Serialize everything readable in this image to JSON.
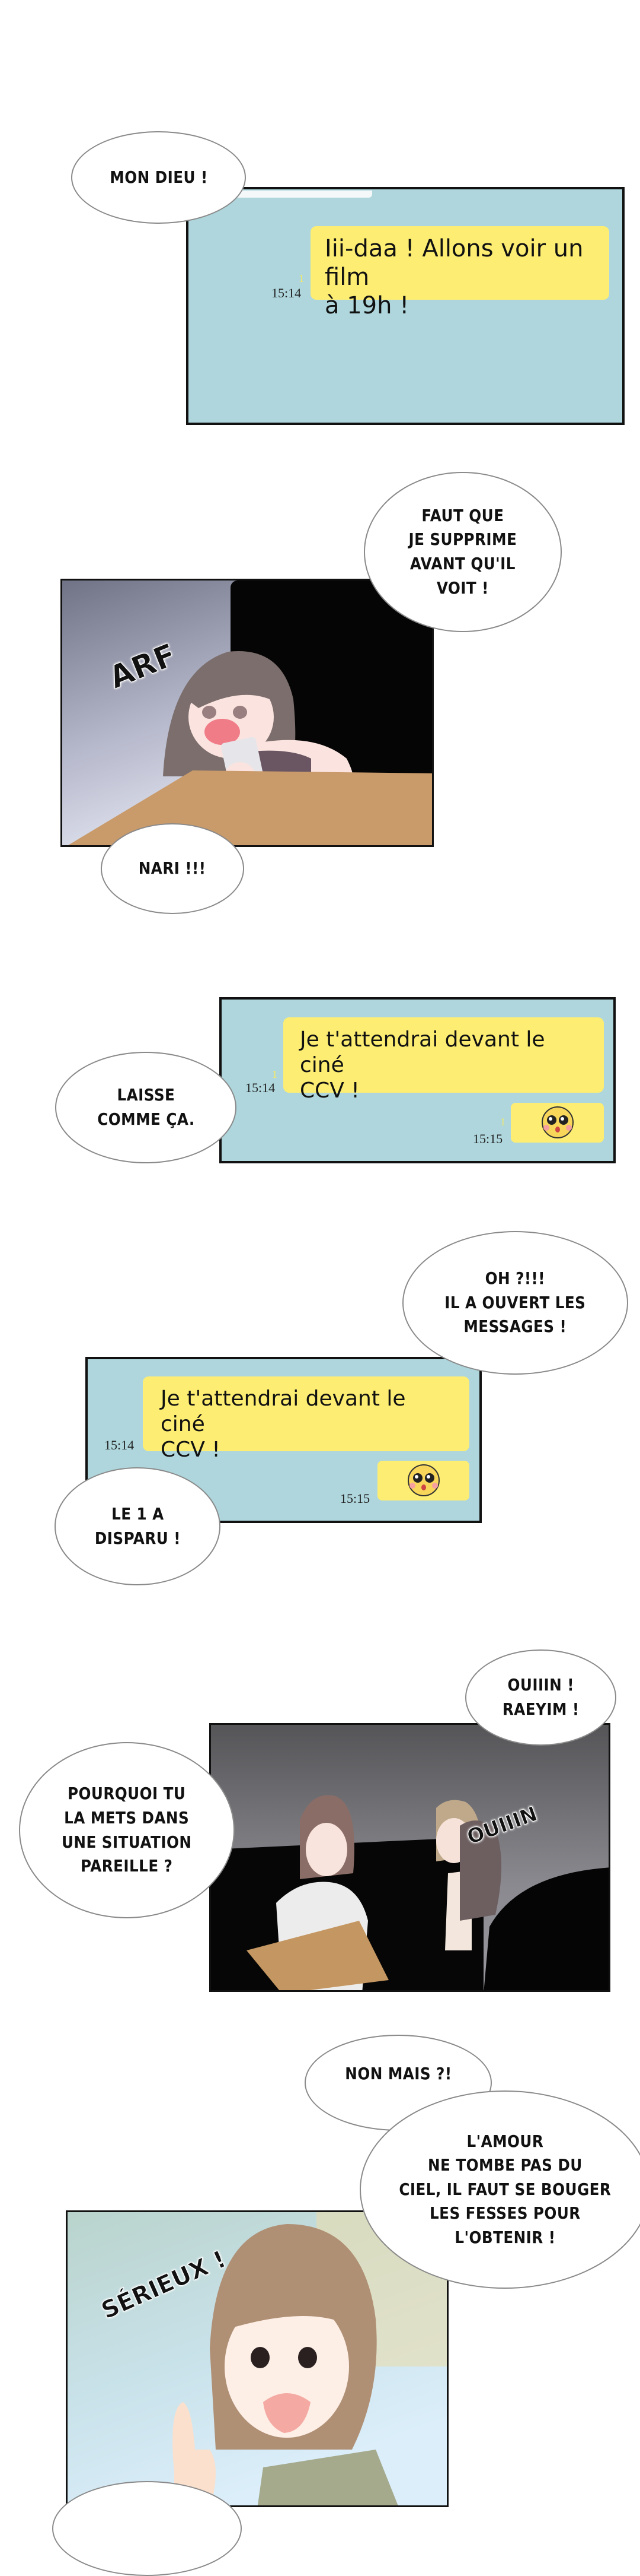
{
  "bubbles": {
    "mon_dieu": "MON DIEU !",
    "faut_que": "FAUT QUE\nJE SUPPRIME\nAVANT QU'IL\nVOIT !",
    "nari": "NARI !!!",
    "laisse": "LAISSE\nCOMME ÇA.",
    "oh": "OH ?!!!\nIL A OUVERT LES\nMESSAGES !",
    "le_1": "LE 1 A\nDISPARU !",
    "ouiiin": "OUIIIN !\nRAEYIM !",
    "pourquoi": "POURQUOI TU\nLA METS DANS\nUNE SITUATION\nPAREILLE ?",
    "non_mais": "NON MAIS ?!",
    "amour": "L'AMOUR\nNE TOMBE PAS DU\nCIEL, IL FAUT SE BOUGER\nLES FESSES POUR\nL'OBTENIR !"
  },
  "chat1": {
    "message_line1": "Iii-daa ! Allons voir un film",
    "message_line2": "à 19h !",
    "unread": "1",
    "time": "15:14"
  },
  "chat2": {
    "message_line1": "Je t'attendrai devant le ciné",
    "message_line2": "CCV !",
    "unread1": "1",
    "time1": "15:14",
    "unread2": "1",
    "time2": "15:15"
  },
  "chat3": {
    "message_line1": "Je t'attendrai devant le ciné",
    "message_line2": "CCV !",
    "time1": "15:14",
    "time2": "15:15"
  },
  "sfx": {
    "arf": "ARF",
    "ouiiin": "OUIIIN",
    "serieux": "SÉRIEUX !"
  },
  "colors": {
    "chat_bg": "#aed6dc",
    "message_bg": "#fdee73",
    "table": "#c99a6a"
  }
}
